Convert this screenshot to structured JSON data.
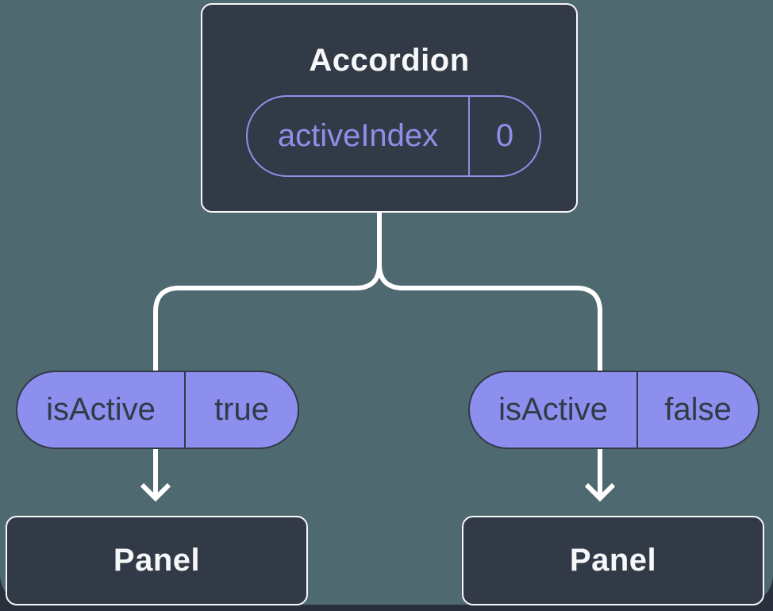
{
  "colors": {
    "canvas_teal": "#4F6971",
    "page_dark": "#2A303B",
    "node_dark": "#333A47",
    "node_border": "#F6F7F9",
    "accent_purple": "#8E8FE8",
    "pill_purple_fill": "#8C8FEE",
    "pill_text_dark": "#333A47",
    "title_text": "#F6F7F9",
    "connector_white": "#FFFFFF"
  },
  "tree": {
    "root": {
      "title": "Accordion",
      "state_pill": {
        "name": "activeIndex",
        "value": "0"
      }
    },
    "branches": [
      {
        "prop_pill": {
          "name": "isActive",
          "value": "true"
        },
        "child": {
          "title": "Panel"
        }
      },
      {
        "prop_pill": {
          "name": "isActive",
          "value": "false"
        },
        "child": {
          "title": "Panel"
        }
      }
    ]
  }
}
